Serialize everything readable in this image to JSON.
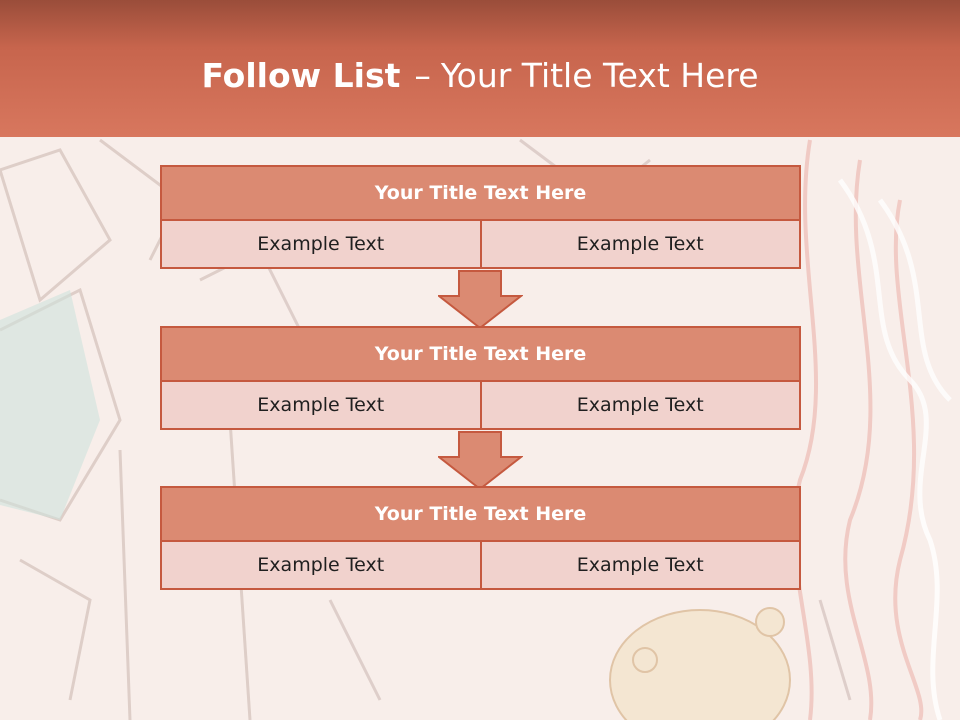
{
  "slide": {
    "title_bold": "Follow List",
    "title_separator": "–",
    "title_rest": "Your Title Text Here"
  },
  "blocks": [
    {
      "title": "Your Title Text Here",
      "cells": [
        "Example Text",
        "Example Text"
      ]
    },
    {
      "title": "Your Title Text Here",
      "cells": [
        "Example Text",
        "Example Text"
      ]
    },
    {
      "title": "Your Title Text Here",
      "cells": [
        "Example Text",
        "Example Text"
      ]
    }
  ],
  "colors": {
    "header": "#c7654d",
    "block_title_fill": "#db8a72",
    "cell_fill": "#f1d2cd",
    "border": "#c5593f"
  }
}
